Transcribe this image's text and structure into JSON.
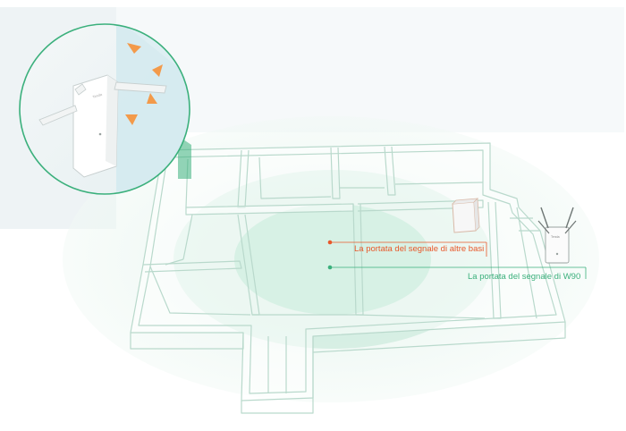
{
  "labels": {
    "other_bases_range": "La portata del segnale di altre basi",
    "w90_range": "La portata del segnale di W90"
  },
  "colors": {
    "other_bases_accent": "#e8582a",
    "w90_accent": "#3bb07c",
    "coverage_green": "#7fd1a8",
    "wall_fill": "#ffffff",
    "wall_stroke": "#b9d9cc"
  },
  "icons": {
    "antenna_arrows": "orange-signal-arrows",
    "w90_device": "access-point-with-antennas",
    "other_base": "wall-access-point"
  }
}
